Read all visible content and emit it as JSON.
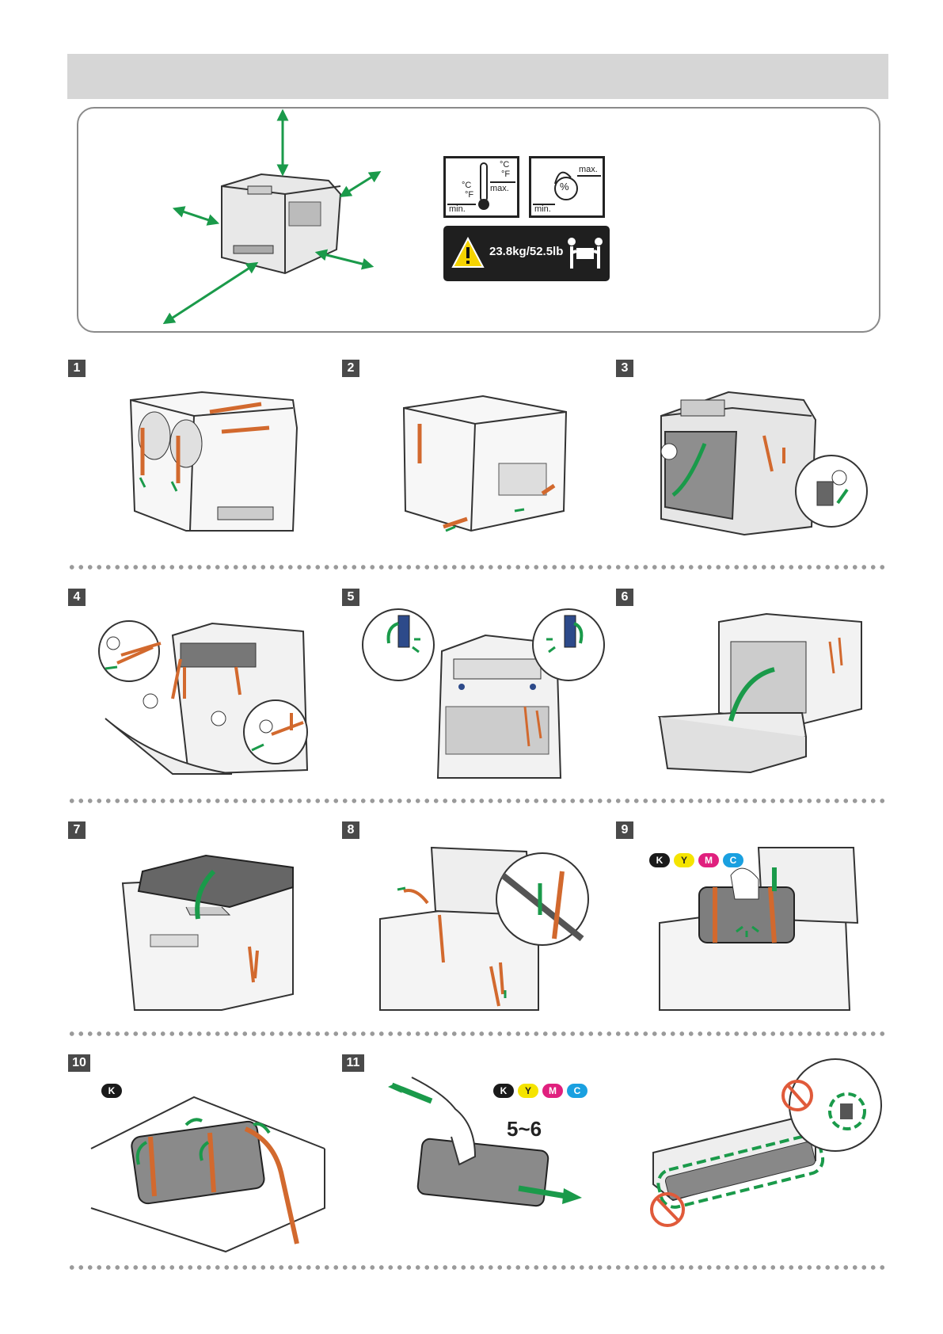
{
  "environment_panel": {
    "temp_icon": {
      "celsius": "°C",
      "fahrenheit": "°F",
      "celsius_right": "°C",
      "fahrenheit_right": "°F",
      "max": "max.",
      "min": "min."
    },
    "humidity_icon": {
      "percent": "%",
      "max": "max.",
      "min": "min."
    },
    "weight_label": "23.8kg/52.5lb",
    "icons": [
      "clearance-arrows-icon",
      "thermometer-icon",
      "humidity-icon",
      "warning-triangle-icon",
      "two-person-lift-icon"
    ]
  },
  "steps": [
    {
      "number": "1",
      "icon": "remove-tape-printer-left-icon"
    },
    {
      "number": "2",
      "icon": "remove-tape-printer-rear-icon"
    },
    {
      "number": "3",
      "icon": "open-front-cover-icon"
    },
    {
      "number": "4",
      "icon": "remove-inner-tapes-icon"
    },
    {
      "number": "5",
      "icon": "release-levers-icon"
    },
    {
      "number": "6",
      "icon": "close-front-cover-icon"
    },
    {
      "number": "7",
      "icon": "open-top-cover-icon"
    },
    {
      "number": "8",
      "icon": "remove-top-tape-icon"
    },
    {
      "number": "9",
      "icon": "remove-toner-cartridge-icon"
    },
    {
      "number": "10",
      "icon": "remove-cartridge-tapes-icon"
    },
    {
      "number": "11",
      "icon": "shake-cartridge-icon"
    }
  ],
  "toner_colors": {
    "k": {
      "letter": "K",
      "color": "#1a1a1a"
    },
    "y": {
      "letter": "Y",
      "color": "#f5e400"
    },
    "m": {
      "letter": "M",
      "color": "#e0207e"
    },
    "c": {
      "letter": "C",
      "color": "#1aa0e0"
    }
  },
  "step10_toner": "K",
  "step11_shake_count": "5~6",
  "colors": {
    "arrow_green": "#1a9a4a",
    "tape_orange": "#d2692e",
    "no_touch_red": "#e05a3a",
    "panel_grey": "#d6d6d6"
  }
}
